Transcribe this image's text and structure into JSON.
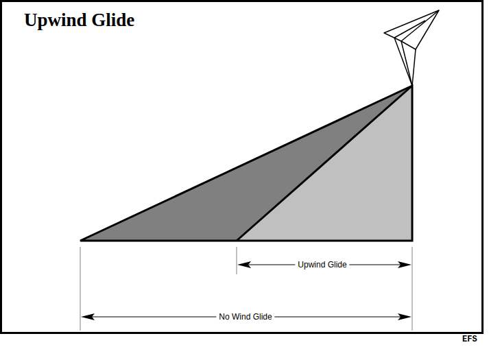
{
  "diagram": {
    "title": "Upwind Glide",
    "labels": [
      "Upwind Glide",
      "No Wind Glide",
      "EFS"
    ]
  }
}
